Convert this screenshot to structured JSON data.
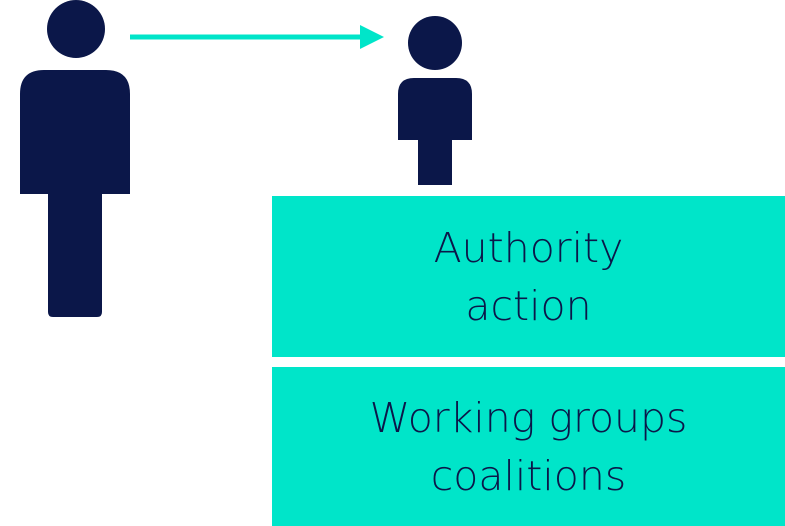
{
  "colors": {
    "figure": "#0b1749",
    "accent": "#00e5c9",
    "text": "#0b1749",
    "background": "#ffffff"
  },
  "icons": {
    "large_person": "person-icon",
    "small_person": "person-icon",
    "arrow": "arrow-right-icon"
  },
  "boxes": {
    "top": {
      "line1": "Authority",
      "line2": "action"
    },
    "bottom": {
      "line1": "Working groups",
      "line2": "coalitions"
    }
  }
}
